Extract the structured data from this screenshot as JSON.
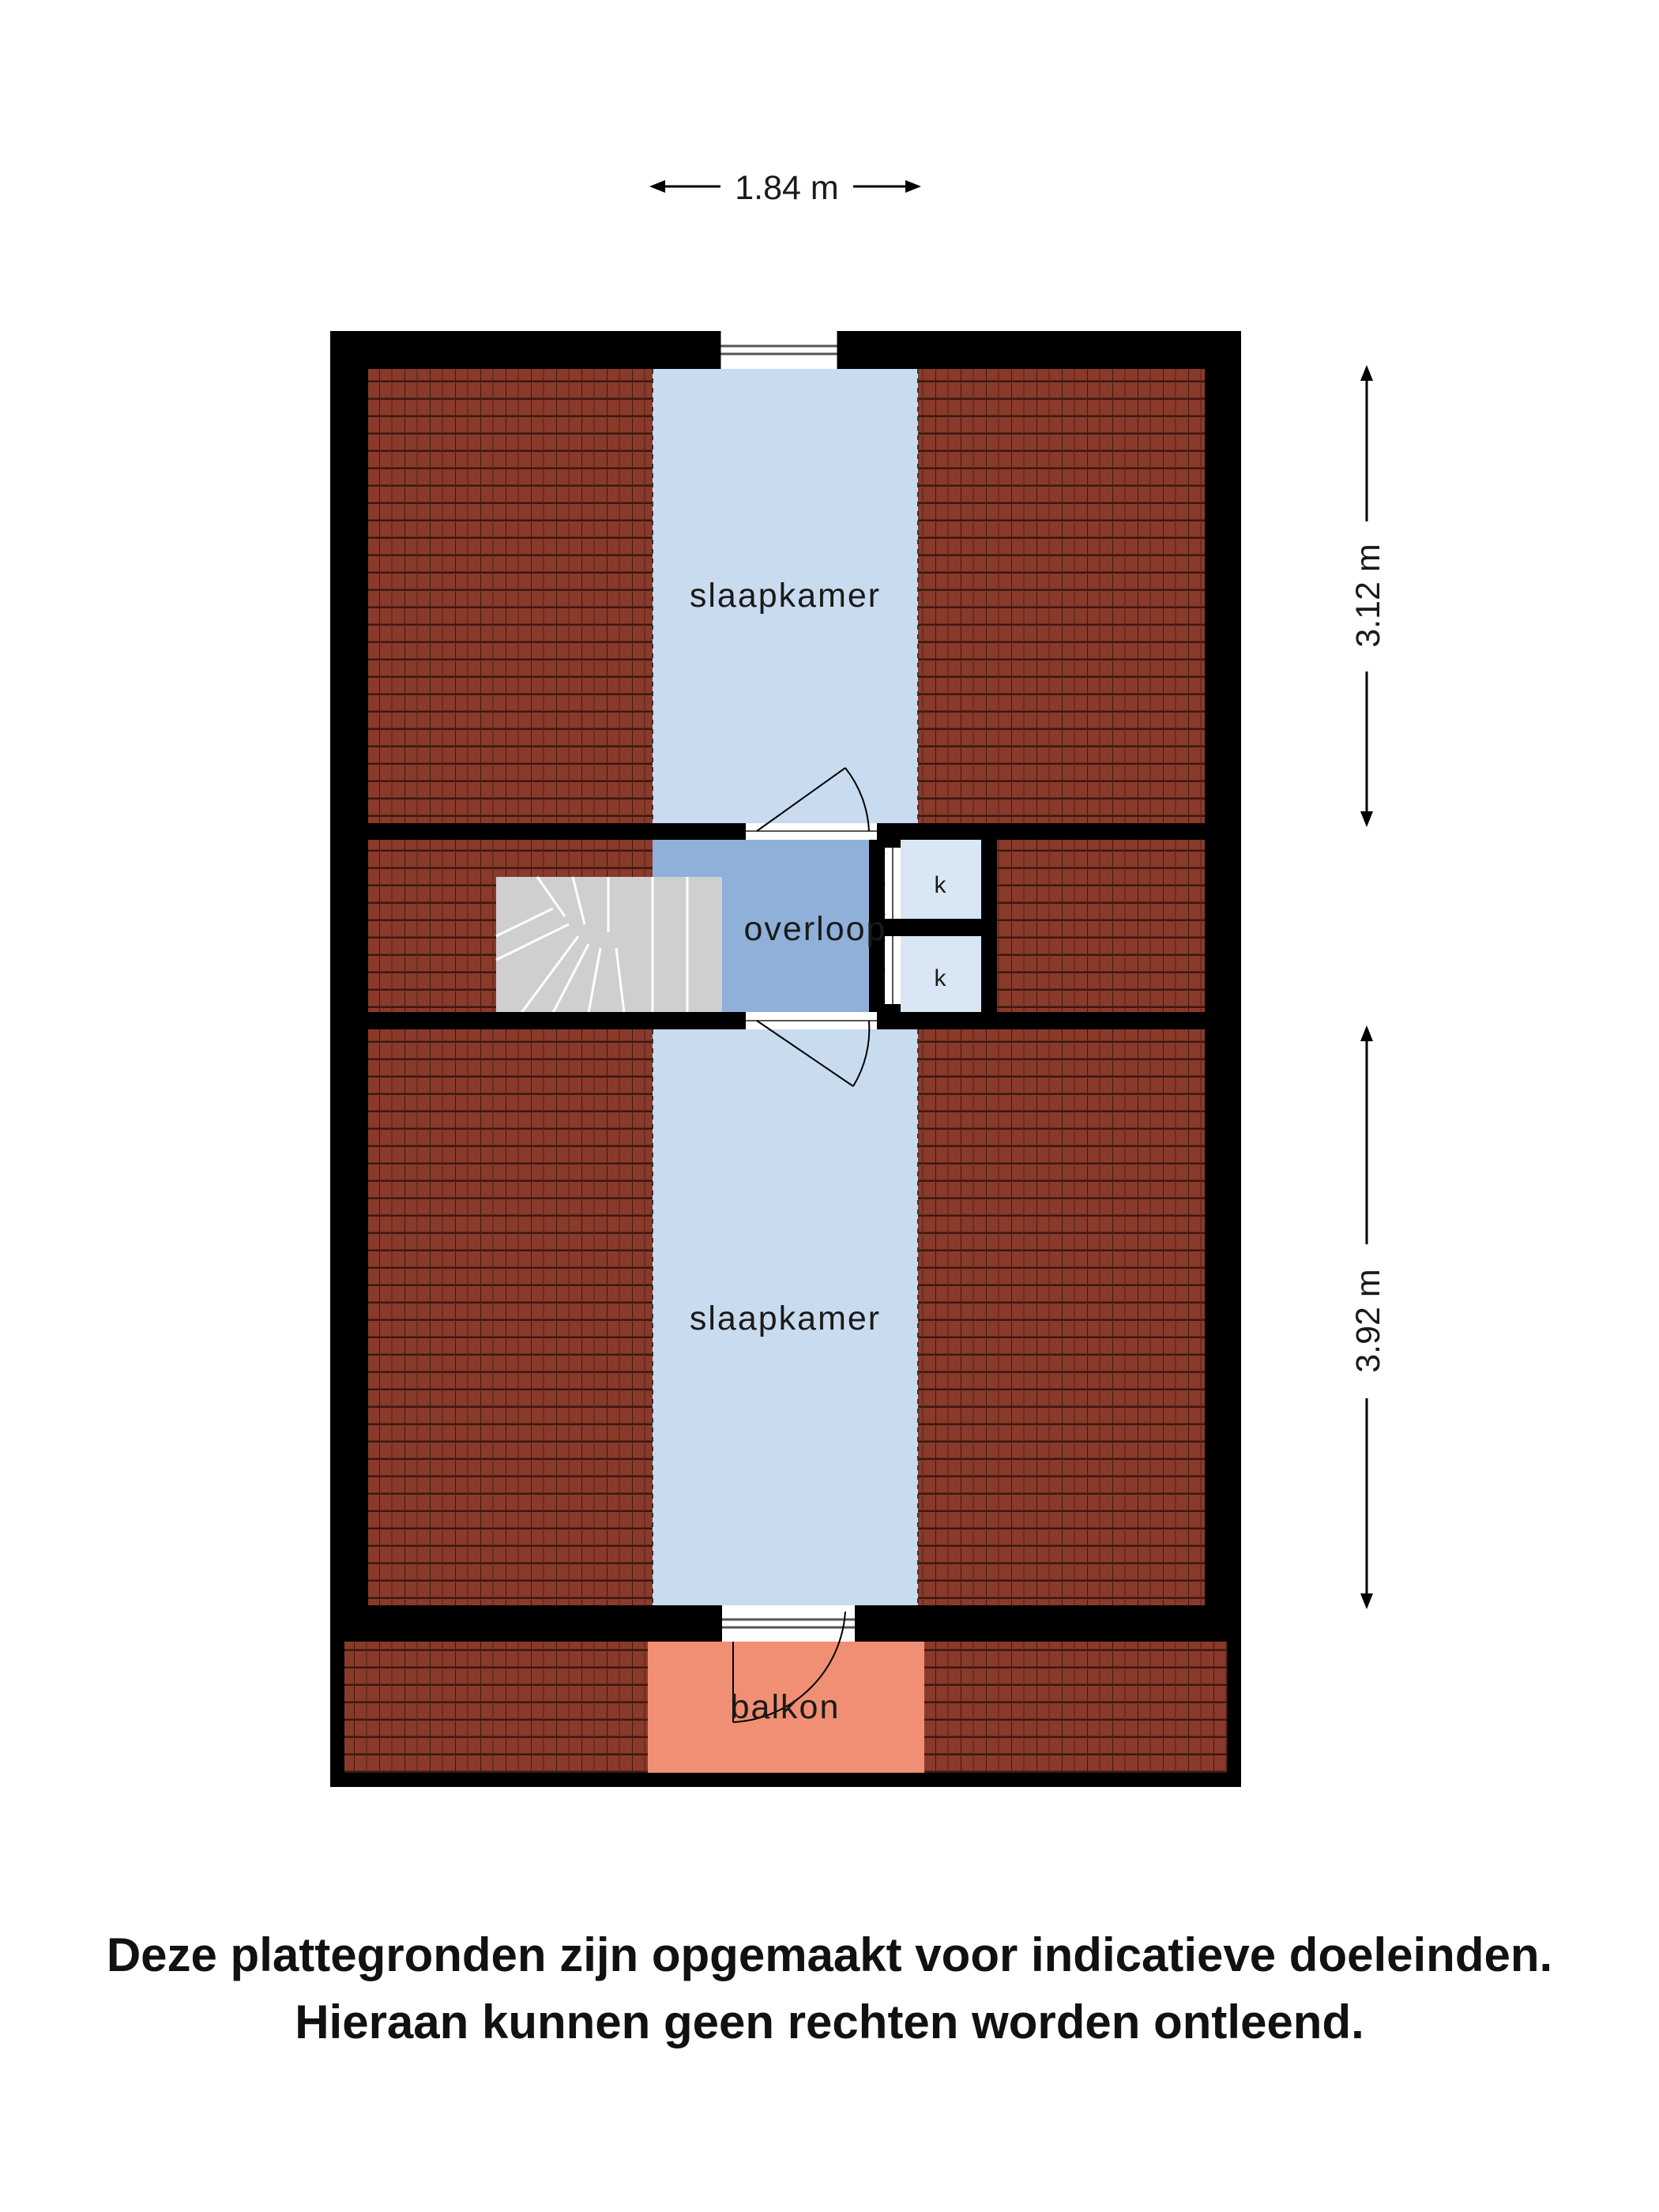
{
  "dimensions": {
    "top_width": "1.84 m",
    "upper_depth": "3.12 m",
    "lower_depth": "3.92 m"
  },
  "rooms": {
    "upper_bedroom": "slaapkamer",
    "landing": "overloop",
    "closet_top": "k",
    "closet_bottom": "k",
    "lower_bedroom": "slaapkamer",
    "balcony": "balkon"
  },
  "colors": {
    "wall": "#000000",
    "roof_tile": "#8a3a2a",
    "roof_line": "#3c1810",
    "bedroom_floor": "#c9dbee",
    "landing_floor": "#8fb0d8",
    "balcony_floor": "#f08f73",
    "stairs": "#cfcfcf"
  },
  "disclaimer": {
    "line1": "Deze plattegronden zijn opgemaakt voor indicatieve doeleinden.",
    "line2": "Hieraan kunnen geen rechten worden ontleend."
  }
}
